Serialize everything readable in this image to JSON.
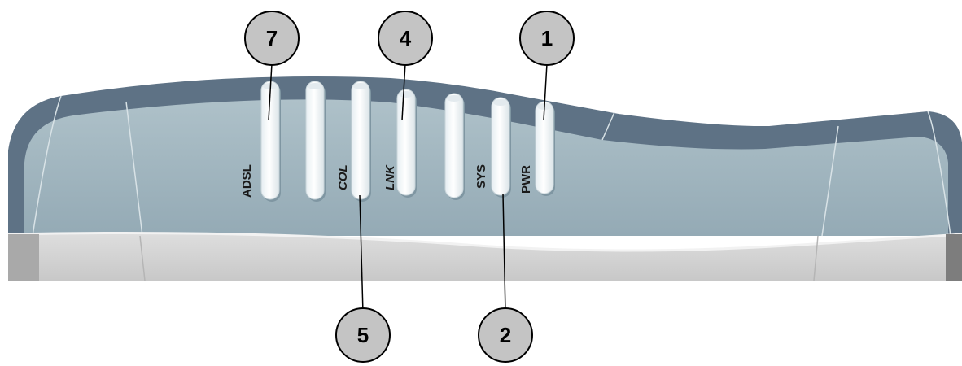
{
  "diagram": {
    "device": "adsl-modem-front-panel",
    "led_labels": [
      "ADSL",
      "",
      "COL",
      "LNK",
      "",
      "SYS",
      "PWR"
    ],
    "callouts": [
      {
        "number": "7",
        "target_led": "ADSL",
        "position": "top"
      },
      {
        "number": "4",
        "target_led": "LNK",
        "position": "top"
      },
      {
        "number": "1",
        "target_led": "PWR",
        "position": "top"
      },
      {
        "number": "5",
        "target_led": "COL",
        "position": "bottom"
      },
      {
        "number": "2",
        "target_led": "SYS",
        "position": "bottom"
      }
    ],
    "colors": {
      "body_dark": "#5e7285",
      "body_face": "#9cb3bd",
      "base": "#cfcfcf",
      "led": "#ffffff",
      "callout_fill": "#c4c4c4",
      "callout_stroke": "#000000",
      "label_text": "#1a1a1a"
    }
  }
}
